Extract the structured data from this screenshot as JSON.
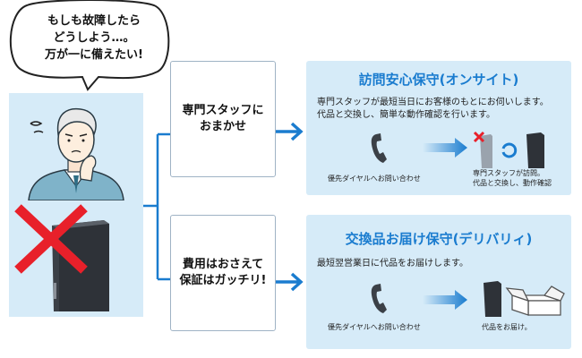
{
  "speech": {
    "lines": [
      "もしも故障したら",
      "どうしよう…。",
      "万が一に備えたい!"
    ]
  },
  "options": [
    {
      "label": "専門スタッフに\nおまかせ"
    },
    {
      "label": "費用はおさえて\n保証はガッチリ!"
    }
  ],
  "services": [
    {
      "title": "訪問安心保守(オンサイト)",
      "desc": [
        "専門スタッフが最短当日にお客様のもとにお伺いします。",
        "代品と交換し、簡単な動作確認を行います。"
      ],
      "step1": "優先ダイヤルへお問い合わせ",
      "step2": "専門スタッフが訪問。\n代品と交換し、動作確認"
    },
    {
      "title": "交換品お届け保守(デリバリィ)",
      "desc": [
        "最短翌営業日に代品をお届けします。"
      ],
      "step1": "優先ダイヤルへお問い合わせ",
      "step2": "代品をお届け。"
    }
  ],
  "colors": {
    "accent": "#1a7ccf",
    "panel": "#d6ebf8",
    "cross": "#e8202a",
    "device": "#2e3238"
  },
  "icons": [
    "speech-bubble",
    "worried-man",
    "red-cross",
    "hdd-device",
    "phone-icon",
    "arrow-icon",
    "refresh-icon",
    "open-box-icon"
  ]
}
